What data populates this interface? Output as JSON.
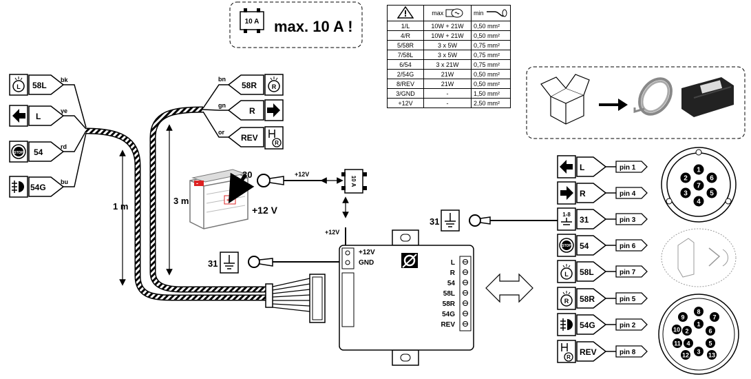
{
  "fuse_note": {
    "fuse_label": "10 A",
    "text": "max. 10 A !"
  },
  "spec_table": {
    "header": {
      "col2": "max",
      "col3": "min"
    },
    "rows": [
      [
        "1/L",
        "10W + 21W",
        "0,50 mm²"
      ],
      [
        "4/R",
        "10W + 21W",
        "0,50 mm²"
      ],
      [
        "5/58R",
        "3 x 5W",
        "0,75 mm²"
      ],
      [
        "7/58L",
        "3 x 5W",
        "0,75 mm²"
      ],
      [
        "6/54",
        "3 x 21W",
        "0,75 mm²"
      ],
      [
        "2/54G",
        "21W",
        "0,50 mm²"
      ],
      [
        "8/REV",
        "21W",
        "0,50 mm²"
      ],
      [
        "3/GND",
        "-",
        "1,50 mm²"
      ],
      [
        "+12V",
        "-",
        "2,50 mm²"
      ]
    ]
  },
  "left_harness": {
    "wires": [
      {
        "tag": "58L",
        "color": "bk"
      },
      {
        "tag": "L",
        "color": "ye"
      },
      {
        "tag": "54",
        "color": "rd"
      },
      {
        "tag": "54G",
        "color": "bu"
      }
    ],
    "length": "1 m"
  },
  "mid_harness": {
    "wires": [
      {
        "tag": "58R",
        "color": "bn"
      },
      {
        "tag": "R",
        "color": "gn"
      },
      {
        "tag": "REV",
        "color": "or"
      }
    ],
    "length": "3 m"
  },
  "battery": {
    "terminal": "30",
    "voltage": "+12 V",
    "wire_label": "+12V",
    "fuse_label": "10 A"
  },
  "module": {
    "power_feed": "+12V",
    "inputs": [
      "+12V",
      "GND"
    ],
    "outputs": [
      "L",
      "R",
      "54",
      "58L",
      "58R",
      "54G",
      "REV"
    ]
  },
  "ground": {
    "left_terminal": "31",
    "right_terminal": "31"
  },
  "socket_pins": [
    {
      "tag": "L",
      "pin": "pin 1",
      "icon": "arrow-left-icon"
    },
    {
      "tag": "R",
      "pin": "pin 4",
      "icon": "arrow-right-icon"
    },
    {
      "tag": "31",
      "pin": "pin 3",
      "icon": "ground-icon",
      "icon_text": "1-8"
    },
    {
      "tag": "54",
      "pin": "pin 6",
      "icon": "stop-icon"
    },
    {
      "tag": "58L",
      "pin": "pin 7",
      "icon": "lamp-l-icon"
    },
    {
      "tag": "58R",
      "pin": "pin 5",
      "icon": "lamp-r-icon"
    },
    {
      "tag": "54G",
      "pin": "pin 2",
      "icon": "fog-light-icon"
    },
    {
      "tag": "REV",
      "pin": "pin 8",
      "icon": "reverse-icon"
    }
  ],
  "socket_7pin": [
    "1",
    "2",
    "3",
    "4",
    "5",
    "6",
    "7"
  ],
  "socket_13pin": [
    "1",
    "2",
    "3",
    "4",
    "5",
    "6",
    "7",
    "8",
    "9",
    "10",
    "11",
    "12",
    "13"
  ],
  "icon_glyphs": {
    "stop": "STOP",
    "lamp_l": "L",
    "lamp_r": "R"
  }
}
